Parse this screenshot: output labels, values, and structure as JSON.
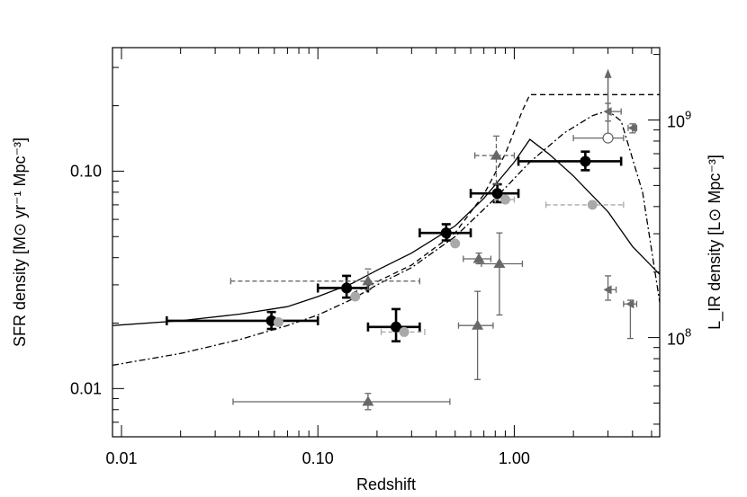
{
  "chart_data": {
    "type": "scatter",
    "title": "",
    "xlabel": "Redshift",
    "ylabel": "SFR density  [M⊙ yr⁻¹ Mpc⁻³]",
    "y2label": "L_IR density  [L⊙ Mpc⁻³]",
    "xscale": "log",
    "yscale": "log",
    "y2scale": "log",
    "xlim": [
      0.009,
      5.5
    ],
    "ylim": [
      0.006,
      0.37
    ],
    "y2lim": [
      35000000,
      2150000000
    ],
    "x_ticks": [
      0.01,
      0.1,
      1
    ],
    "x_tick_labels": [
      "0.01",
      "0.10",
      "1.00"
    ],
    "y_ticks": [
      0.01,
      0.1
    ],
    "y_tick_labels": [
      "0.01",
      "0.10"
    ],
    "y2_ticks": [
      100000000,
      1000000000
    ],
    "y2_tick_labels": [
      "10",
      "10"
    ],
    "y2_tick_exponents": [
      "8",
      "9"
    ],
    "grid": false,
    "series": [
      {
        "marker": "circle",
        "color": "#000000",
        "linestyle": "solid",
        "points": [
          {
            "x": 0.058,
            "y": 0.0205,
            "xlo": 0.017,
            "xhi": 0.1,
            "ylo": 0.0188,
            "yhi": 0.0225
          },
          {
            "x": 0.14,
            "y": 0.029,
            "xlo": 0.1,
            "xhi": 0.18,
            "ylo": 0.0262,
            "yhi": 0.033
          },
          {
            "x": 0.25,
            "y": 0.0192,
            "xlo": 0.18,
            "xhi": 0.33,
            "ylo": 0.0165,
            "yhi": 0.0232
          },
          {
            "x": 0.45,
            "y": 0.052,
            "xlo": 0.33,
            "xhi": 0.6,
            "ylo": 0.048,
            "yhi": 0.057
          },
          {
            "x": 0.82,
            "y": 0.079,
            "xlo": 0.6,
            "xhi": 1.05,
            "ylo": 0.072,
            "yhi": 0.087
          },
          {
            "x": 2.3,
            "y": 0.111,
            "xlo": 1.05,
            "xhi": 3.5,
            "ylo": 0.101,
            "yhi": 0.123
          }
        ]
      },
      {
        "marker": "circle",
        "color": "#a9a9a9",
        "linestyle": "dashed",
        "points": [
          {
            "x": 0.063,
            "y": 0.0202
          },
          {
            "x": 0.155,
            "y": 0.0265
          },
          {
            "x": 0.275,
            "y": 0.0182,
            "xlo": 0.21,
            "xhi": 0.35
          },
          {
            "x": 0.5,
            "y": 0.0465
          },
          {
            "x": 0.9,
            "y": 0.074,
            "xlo": 0.8,
            "xhi": 1.0
          },
          {
            "x": 2.5,
            "y": 0.07,
            "xlo": 1.45,
            "xhi": 3.6
          }
        ]
      },
      {
        "marker": "triangle",
        "color": "#686868",
        "linestyle": "dashed",
        "points": [
          {
            "x": 0.18,
            "y": 0.0312,
            "xlo": 0.036,
            "xhi": 0.33,
            "ylo": 0.0285,
            "yhi": 0.0355
          },
          {
            "x": 0.81,
            "y": 0.118,
            "xlo": 0.63,
            "xhi": 1.0,
            "ylo": 0.087,
            "yhi": 0.145
          }
        ]
      },
      {
        "marker": "triangle",
        "color": "#686868",
        "linestyle": "solid",
        "points": [
          {
            "x": 0.18,
            "y": 0.0087,
            "xlo": 0.037,
            "xhi": 0.47,
            "ylo": 0.008,
            "yhi": 0.0095
          },
          {
            "x": 0.65,
            "y": 0.0195,
            "xlo": 0.52,
            "xhi": 0.78,
            "ylo": 0.011,
            "yhi": 0.028
          },
          {
            "x": 0.66,
            "y": 0.0395,
            "xlo": 0.55,
            "xhi": 0.76,
            "ylo": 0.0375,
            "yhi": 0.042
          },
          {
            "x": 0.84,
            "y": 0.0375,
            "xlo": 0.68,
            "xhi": 1.1,
            "ylo": 0.0218,
            "yhi": 0.052
          }
        ]
      },
      {
        "marker": "left-triangle",
        "color": "#686868",
        "linestyle": "solid",
        "points": [
          {
            "x": 3.0,
            "y": 0.188,
            "xlo": 3.0,
            "xhi": 3.5,
            "ylo": 0.17,
            "yhi": 0.205
          },
          {
            "x": 4.0,
            "y": 0.158,
            "xlo": 3.8,
            "xhi": 4.2,
            "ylo": 0.15,
            "yhi": 0.165
          },
          {
            "x": 3.0,
            "y": 0.0285,
            "xlo": 3.0,
            "xhi": 3.3,
            "ylo": 0.0255,
            "yhi": 0.033
          },
          {
            "x": 3.9,
            "y": 0.0245,
            "xlo": 3.6,
            "xhi": 4.2,
            "ylo": 0.017,
            "yhi": 0.0255
          }
        ]
      },
      {
        "marker": "open-circle",
        "color": "#686868",
        "linestyle": "solid",
        "points": [
          {
            "x": 3.0,
            "y": 0.142,
            "xlo": 2.0,
            "xhi": 3.6,
            "ylo": 0.142,
            "yhi": 0.27
          }
        ]
      },
      {
        "marker": "upper-limit-arrow",
        "color": "#686868",
        "points": [
          {
            "x": 3.0,
            "y": 0.195,
            "ytop": 0.29
          }
        ]
      }
    ],
    "curves": [
      {
        "linestyle": "solid",
        "color": "#000000",
        "x": [
          0.009,
          0.02,
          0.04,
          0.07,
          0.1,
          0.15,
          0.2,
          0.3,
          0.5,
          0.7,
          1.0,
          1.2,
          1.5,
          2.0,
          3.0,
          4.0,
          5.5
        ],
        "y": [
          0.0195,
          0.0205,
          0.022,
          0.0238,
          0.0265,
          0.0305,
          0.035,
          0.042,
          0.056,
          0.075,
          0.11,
          0.14,
          0.12,
          0.095,
          0.065,
          0.045,
          0.0335
        ]
      },
      {
        "linestyle": "dashed",
        "color": "#000000",
        "x": [
          0.15,
          0.2,
          0.3,
          0.5,
          0.7,
          0.9,
          1.1,
          1.2,
          5.5
        ],
        "y": [
          0.0275,
          0.031,
          0.037,
          0.052,
          0.078,
          0.12,
          0.19,
          0.225,
          0.225
        ]
      },
      {
        "linestyle": "dashdot",
        "color": "#000000",
        "x": [
          0.009,
          0.02,
          0.04,
          0.07,
          0.1,
          0.15,
          0.2,
          0.3,
          0.5,
          0.8,
          1.2,
          1.8,
          2.5,
          3.0,
          3.5,
          4.5,
          5.5
        ],
        "y": [
          0.0128,
          0.0145,
          0.0168,
          0.0195,
          0.0218,
          0.0258,
          0.03,
          0.036,
          0.05,
          0.075,
          0.11,
          0.15,
          0.18,
          0.19,
          0.17,
          0.08,
          0.025
        ]
      }
    ]
  }
}
